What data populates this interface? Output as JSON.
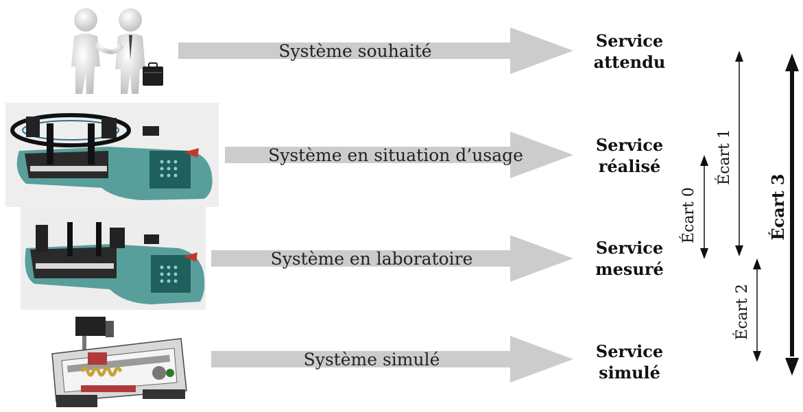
{
  "rows": [
    {
      "arrow_label": "Système souhaité",
      "service_line1": "Service",
      "service_line2": "attendu"
    },
    {
      "arrow_label": "Système en situation d’usage",
      "service_line1": "Service",
      "service_line2": "réalisé"
    },
    {
      "arrow_label": "Système en laboratoire",
      "service_line1": "Service",
      "service_line2": "mesuré"
    },
    {
      "arrow_label": "Système simulé",
      "service_line1": "Service",
      "service_line2": "simulé"
    }
  ],
  "gaps": {
    "ecart0": "Écart 0",
    "ecart1": "Écart 1",
    "ecart2": "Écart 2",
    "ecart3": "Écart 3"
  },
  "colors": {
    "arrow_fill": "#cccccc",
    "device_body": "#3d8f8c",
    "device_dark": "#1c1c1c",
    "sim_red": "#b03a3a",
    "spring": "#c9a23a"
  },
  "illustrations": [
    {
      "row": 0,
      "icon": "handshake-figures-illustration"
    },
    {
      "row": 1,
      "icon": "string-machine-photo"
    },
    {
      "row": 2,
      "icon": "string-machine-lab-photo"
    },
    {
      "row": 3,
      "icon": "cad-mechanism-illustration"
    }
  ]
}
